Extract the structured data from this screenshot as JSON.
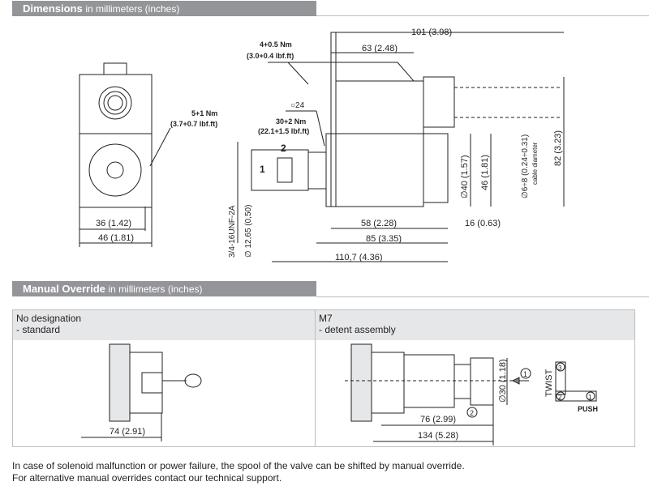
{
  "sections": {
    "dimensions": {
      "title": "Dimensions",
      "subtitle": "in millimeters (inches)"
    },
    "manual_override": {
      "title": "Manual Override",
      "subtitle": "in millimeters (inches)"
    }
  },
  "dimensions_drawing": {
    "torque_1": {
      "value": "5+1 Nm",
      "imperial": "(3.7+0.7 lbf.ft)"
    },
    "torque_2": {
      "value": "4+0.5 Nm",
      "imperial": "(3.0+0.4 lbf.ft)"
    },
    "torque_3": {
      "value": "30+2 Nm",
      "imperial": "(22.1+1.5 lbf.ft)"
    },
    "wrench_size": "○24",
    "port_1": "1",
    "port_2": "2",
    "dim_36": "36 (1.42)",
    "dim_46": "46 (1.81)",
    "dim_101": "101 (3.98)",
    "dim_63": "63 (2.48)",
    "dim_58": "58 (2.28)",
    "dim_85": "85 (3.35)",
    "dim_110": "110,7 (4.36)",
    "dim_16": "16 (0.63)",
    "dim_thread": "3/4-16UNF-2A",
    "dim_12": "∅ 12,65 (0,50)",
    "dim_40": "∅40 (1.57)",
    "dim_46v": "46 (1.81)",
    "dim_cable": "∅6÷8 (0.24÷0.31)",
    "cable_label": "cable diameter",
    "dim_82": "82 (3.23)"
  },
  "table": {
    "columns": [
      {
        "title": "No designation",
        "subtitle": "- standard"
      },
      {
        "title": "M7",
        "subtitle": "- detent assembly"
      }
    ],
    "std_dim": "74 (2.91)",
    "m7_dim_76": "76 (2.99)",
    "m7_dim_134": "134 (5.28)",
    "m7_dim_30": "∅30 (1.18)",
    "step_1": "1",
    "step_2": "2",
    "step_3": "3",
    "twist_label": "TWIST",
    "push_label": "PUSH"
  },
  "footer": {
    "line1": "In case of solenoid malfunction or power failure, the spool of the valve can be shifted by manual override.",
    "line2": "For alternative manual overrides contact our technical support."
  }
}
